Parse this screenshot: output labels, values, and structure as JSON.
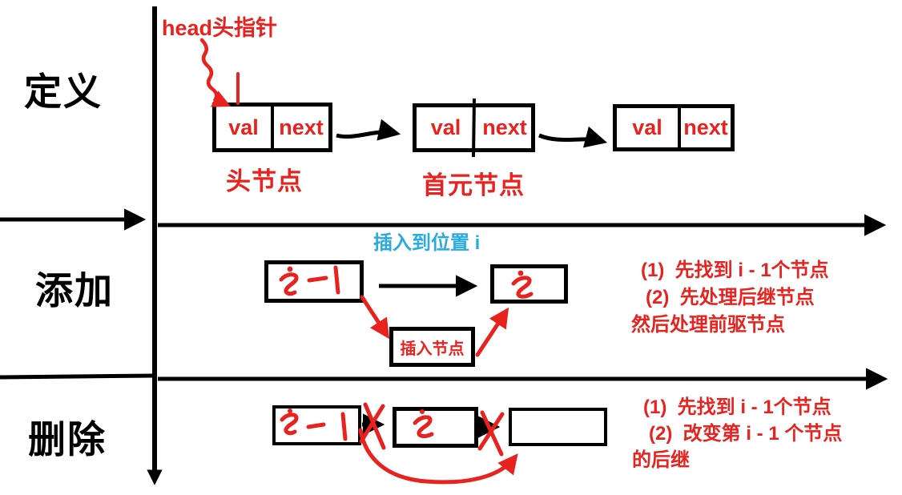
{
  "colors": {
    "red": "#e8221e",
    "blue": "#29abe2",
    "black": "#000000"
  },
  "sections": {
    "definition": {
      "label": "定义",
      "head_pointer": "head头指针",
      "nodes": [
        {
          "val": "val",
          "next": "next"
        },
        {
          "val": "val",
          "next": "next"
        },
        {
          "val": "val",
          "next": "next"
        }
      ],
      "caption_head_node": "头节点",
      "caption_first_node": "首元节点"
    },
    "insert": {
      "label": "添加",
      "position_caption": "插入到位置 i",
      "prev_node": "i-1",
      "target_node": "i",
      "insert_node": "插入节点",
      "note1": "(1)  先找到 i - 1个节点",
      "note2": "(2)  先处理后继节点",
      "note3": "然后处理前驱节点"
    },
    "delete": {
      "label": "删除",
      "prev_node": "i-1",
      "target_node": "i",
      "note1": "(1)  先找到 i - 1个节点",
      "note2": "(2)  改变第 i - 1 个节点",
      "note3": "的后继"
    }
  }
}
